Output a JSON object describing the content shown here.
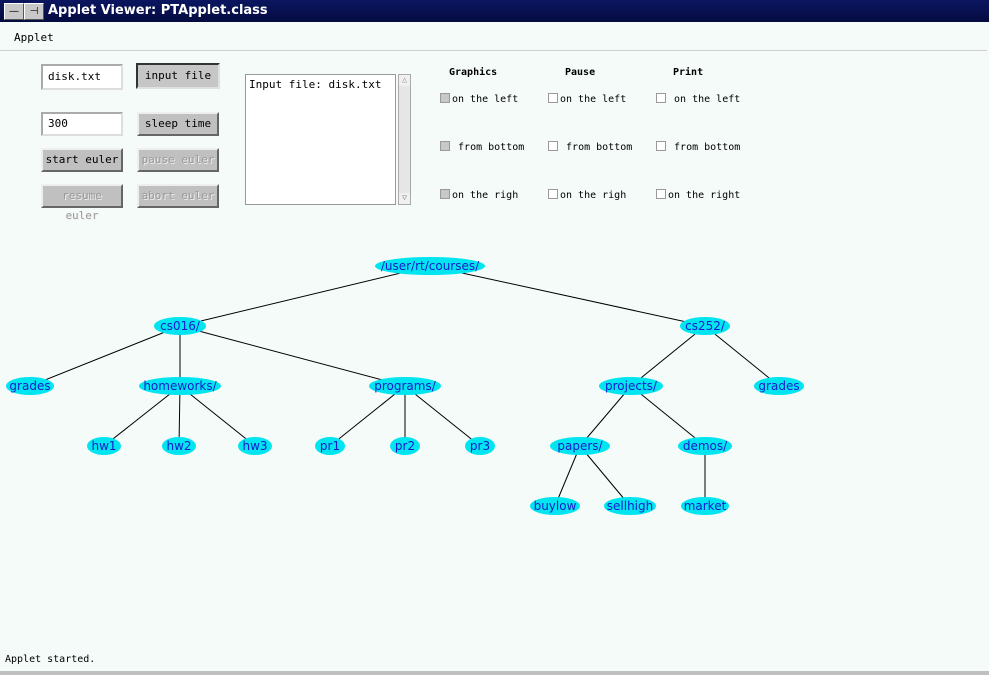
{
  "window": {
    "title": "Applet Viewer: PTApplet.class"
  },
  "menu": {
    "applet": "Applet"
  },
  "inputs": {
    "filename": "disk.txt",
    "sleep": "300"
  },
  "buttons": {
    "input_file": "input  file",
    "sleep_time": "sleep time",
    "start_euler": "start euler",
    "pause_euler": "pause euler",
    "resume_euler": "resume euler",
    "abort_euler": "abort euler"
  },
  "textarea": {
    "content": "Input file: disk.txt"
  },
  "options": {
    "headers": [
      "Graphics",
      "Pause",
      "Print"
    ],
    "rows": [
      [
        "on the left",
        "on the left",
        "on the left"
      ],
      [
        "from bottom",
        "from bottom",
        "from bottom"
      ],
      [
        "on the righ",
        "on the righ",
        "on the right"
      ]
    ]
  },
  "tree": {
    "node_color": "#00e5f0",
    "text_color": "#1a1acc",
    "nodes": [
      {
        "id": "root",
        "label": "/user/rt/courses/"
      },
      {
        "id": "cs016",
        "label": "cs016/",
        "parent": "root"
      },
      {
        "id": "cs252",
        "label": "cs252/",
        "parent": "root"
      },
      {
        "id": "grades1",
        "label": "grades",
        "parent": "cs016"
      },
      {
        "id": "homeworks",
        "label": "homeworks/",
        "parent": "cs016"
      },
      {
        "id": "programs",
        "label": "programs/",
        "parent": "cs016"
      },
      {
        "id": "hw1",
        "label": "hw1",
        "parent": "homeworks"
      },
      {
        "id": "hw2",
        "label": "hw2",
        "parent": "homeworks"
      },
      {
        "id": "hw3",
        "label": "hw3",
        "parent": "homeworks"
      },
      {
        "id": "pr1",
        "label": "pr1",
        "parent": "programs"
      },
      {
        "id": "pr2",
        "label": "pr2",
        "parent": "programs"
      },
      {
        "id": "pr3",
        "label": "pr3",
        "parent": "programs"
      },
      {
        "id": "projects",
        "label": "projects/",
        "parent": "cs252"
      },
      {
        "id": "grades2",
        "label": "grades",
        "parent": "cs252"
      },
      {
        "id": "papers",
        "label": "papers/",
        "parent": "projects"
      },
      {
        "id": "demos",
        "label": "demos/",
        "parent": "projects"
      },
      {
        "id": "buylow",
        "label": "buylow",
        "parent": "papers"
      },
      {
        "id": "sellhigh",
        "label": "sellhigh",
        "parent": "papers"
      },
      {
        "id": "market",
        "label": "market",
        "parent": "demos"
      }
    ]
  },
  "status": "Applet started."
}
